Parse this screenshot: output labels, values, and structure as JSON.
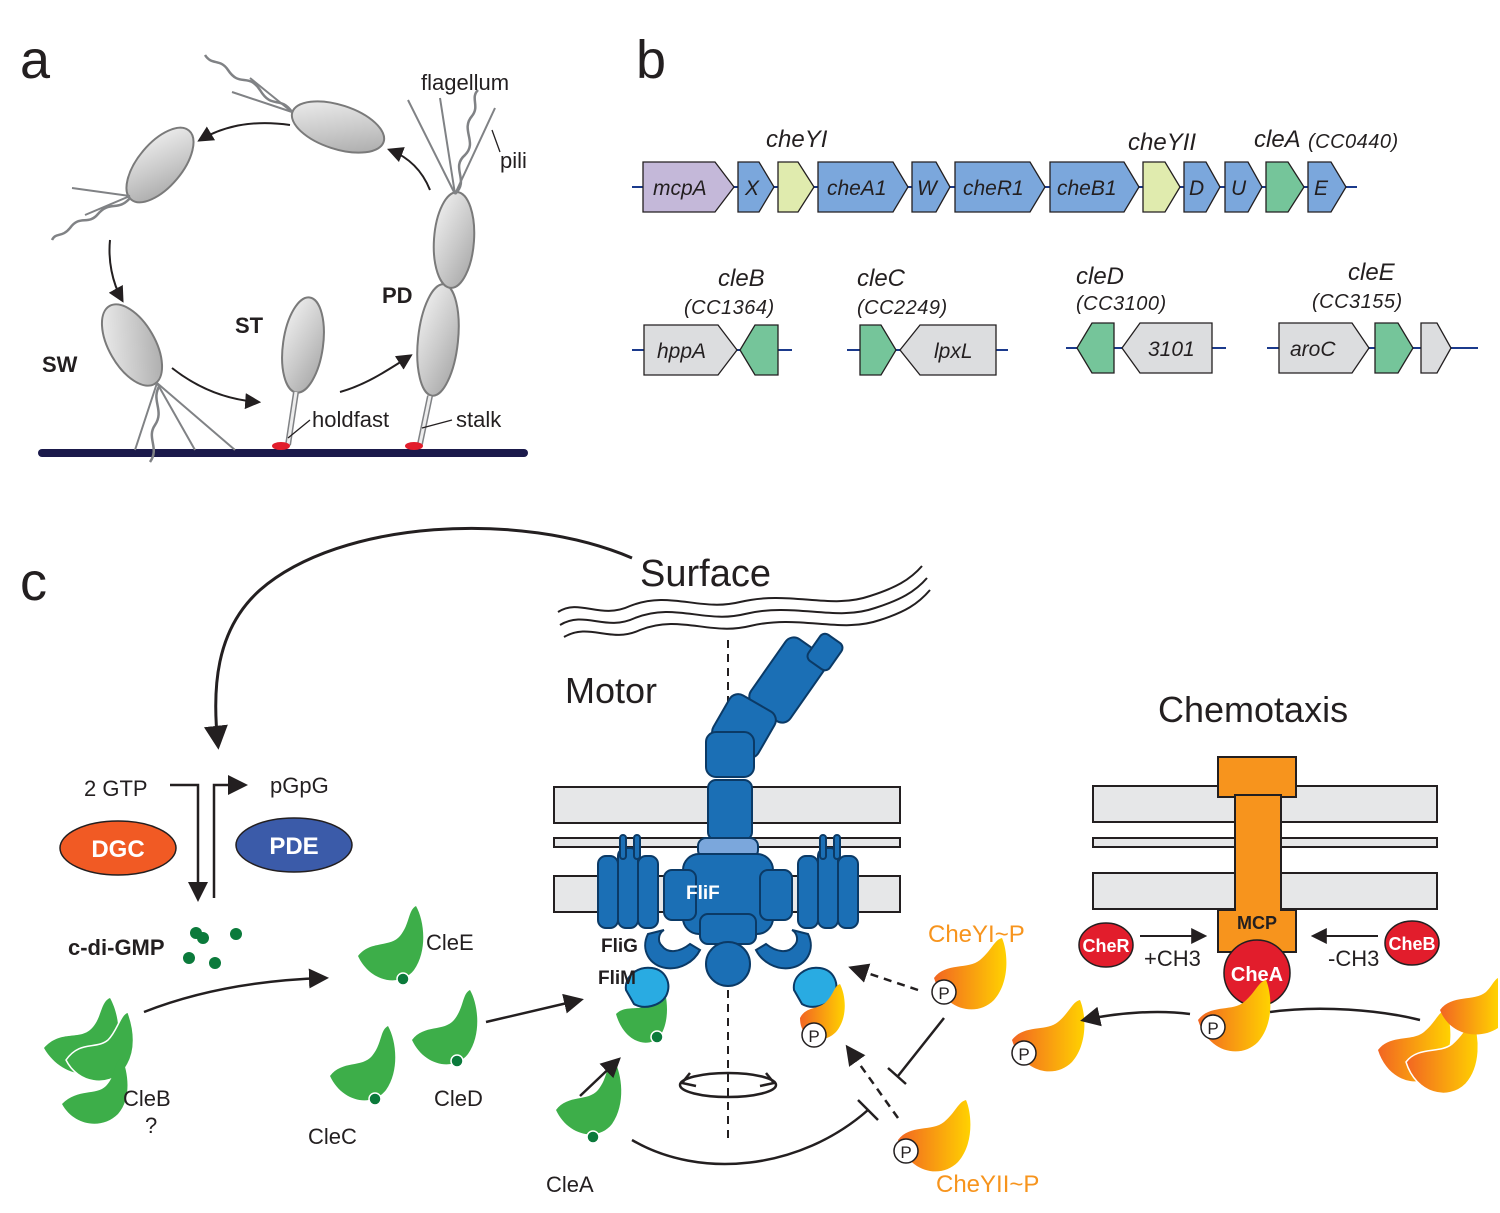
{
  "panel_a": {
    "label": "a",
    "states": {
      "sw": "SW",
      "st": "ST",
      "pd": "PD"
    },
    "annotations": {
      "flagellum": "flagellum",
      "pili": "pili",
      "holdfast": "holdfast",
      "stalk": "stalk"
    }
  },
  "panel_b": {
    "label": "b",
    "operon_genes": [
      "mcpA",
      "X",
      "cheA1",
      "W",
      "cheR1",
      "cheB1",
      "D",
      "U",
      "E"
    ],
    "headers": {
      "cheYI": "cheYI",
      "cheYII": "cheYII",
      "cleA": "cleA",
      "cleA_id": "(CC0440)"
    },
    "loci": [
      {
        "name": "cleB",
        "id": "(CC1364)",
        "neighbor": "hppA"
      },
      {
        "name": "cleC",
        "id": "(CC2249)",
        "neighbor": "lpxL"
      },
      {
        "name": "cleD",
        "id": "(CC3100)",
        "neighbor": "3101"
      },
      {
        "name": "cleE",
        "id": "(CC3155)",
        "neighbor": "aroC"
      }
    ],
    "colors": {
      "che": "#7ba7dc",
      "cheY": "#e0ebae",
      "cle": "#75c59a",
      "mcp": "#c4b8d9",
      "other": "#dcdddf"
    }
  },
  "panel_c": {
    "label": "c",
    "surface": "Surface",
    "motor": "Motor",
    "chemotaxis": "Chemotaxis",
    "gtp": "2 GTP",
    "pgpg": "pGpG",
    "dgc": "DGC",
    "pde": "PDE",
    "cdigmp": "c-di-GMP",
    "clee": "CleE",
    "cled": "CleD",
    "clec": "CleC",
    "cleb": "CleB",
    "cleb_q": "?",
    "clea": "CleA",
    "flif": "FliF",
    "flig": "FliG",
    "flim": "FliM",
    "cheyi_p": "CheYI~P",
    "cheyii_p": "CheYII~P",
    "mcp": "MCP",
    "chea": "CheA",
    "cher": "CheR",
    "cheb": "CheB",
    "plus_ch3": "+CH3",
    "minus_ch3": "-CH3",
    "phospho": "P",
    "colors": {
      "dgc": "#f15a24",
      "pde": "#3b5ba9",
      "motor": "#1b6fb5",
      "flim": "#29abe2",
      "cle": "#3dae49",
      "chey": "#f7941d",
      "mcp": "#f7941d",
      "che_red": "#e21d2c"
    }
  }
}
